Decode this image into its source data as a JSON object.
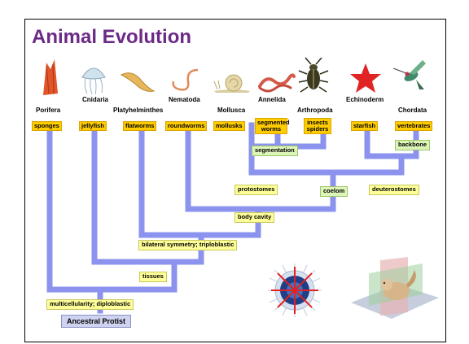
{
  "title": "Animal Evolution",
  "phyla": [
    {
      "name": "Porifera",
      "common": "sponges"
    },
    {
      "name": "Cnidaria",
      "common": "jellyfish"
    },
    {
      "name": "Platyhelminthes",
      "common": "flatworms"
    },
    {
      "name": "Nematoda",
      "common": "roundworms"
    },
    {
      "name": "Mollusca",
      "common": "mollusks"
    },
    {
      "name": "Annelida",
      "common": "segmented worms"
    },
    {
      "name": "Arthropoda",
      "common": "insects spiders"
    },
    {
      "name": "Echinoderm",
      "common": "starfish"
    },
    {
      "name": "Chordata",
      "common": "vertebrates"
    }
  ],
  "traits": {
    "segmentation": "segmentation",
    "backbone": "backbone",
    "protostomes": "protostomes",
    "coelom": "coelom",
    "deuterostomes": "deuterostomes",
    "body_cavity": "body cavity",
    "bilateral": "bilateral symmetry; triploblastic",
    "tissues": "tissues",
    "multicellularity": "multicellularity; diploblastic",
    "ancestor": "Ancestral Protist"
  },
  "colors": {
    "branch": "#8b93ee",
    "title": "#6b2a86",
    "common_label": "#ffcc00",
    "trait_label": "#ffff99",
    "ancestor_label": "#cfd3f0"
  }
}
